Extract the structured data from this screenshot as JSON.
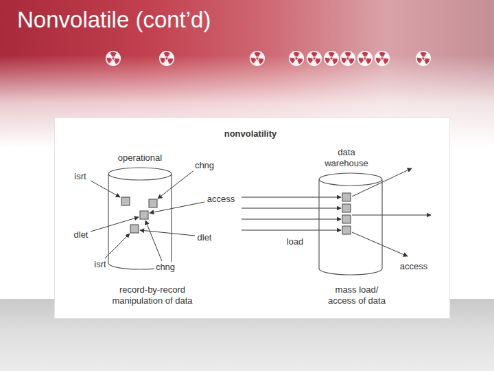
{
  "diagram": {
    "title": "Nonvolatile (cont’d)",
    "nodes": [
      {
        "text": [
          "operational"
        ]
      },
      {
        "text": [
          "data warehouse"
        ]
      }
    ],
    "labels": [
      "nonvolatility",
      "isrt",
      "chng",
      "access",
      "dlet",
      "dlet",
      "isrt",
      "chng",
      "record-by-record manipulation of data",
      "load",
      "access",
      "mass load/ access of data"
    ]
  }
}
